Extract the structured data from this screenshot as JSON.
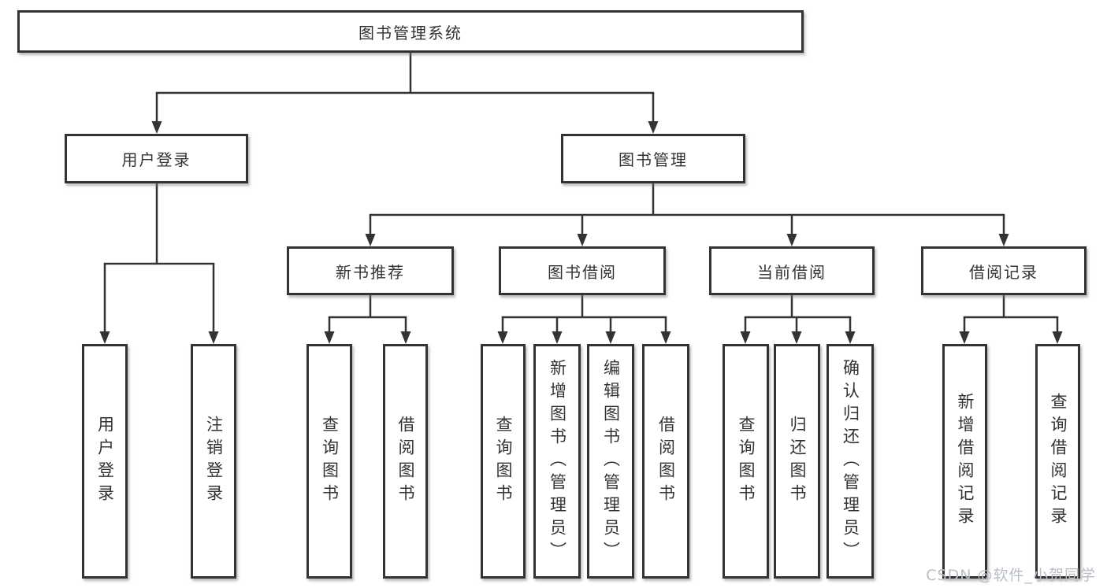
{
  "diagram_title": "图书管理系统",
  "tree": {
    "root": {
      "label": "图书管理系统"
    },
    "branches": [
      {
        "label": "用户登录",
        "children": [
          {
            "label": "用户登录"
          },
          {
            "label": "注销登录"
          }
        ]
      },
      {
        "label": "图书管理",
        "children": [
          {
            "label": "新书推荐",
            "children": [
              {
                "label": "查询图书"
              },
              {
                "label": "借阅图书"
              }
            ]
          },
          {
            "label": "图书借阅",
            "children": [
              {
                "label": "查询图书"
              },
              {
                "label": "新增图书（管理员）"
              },
              {
                "label": "编辑图书（管理员）"
              },
              {
                "label": "借阅图书"
              }
            ]
          },
          {
            "label": "当前借阅",
            "children": [
              {
                "label": "查询图书"
              },
              {
                "label": "归还图书"
              },
              {
                "label": "确认归还（管理员）"
              }
            ]
          },
          {
            "label": "借阅记录",
            "children": [
              {
                "label": "新增借阅记录"
              },
              {
                "label": "查询借阅记录"
              }
            ]
          }
        ]
      }
    ]
  },
  "watermark": {
    "text": "CSDN @软件_小贺同学"
  },
  "colors": {
    "line": "#333333",
    "border": "#333333",
    "text": "#333333",
    "background": "#ffffff",
    "watermark": "#b9bec5"
  }
}
